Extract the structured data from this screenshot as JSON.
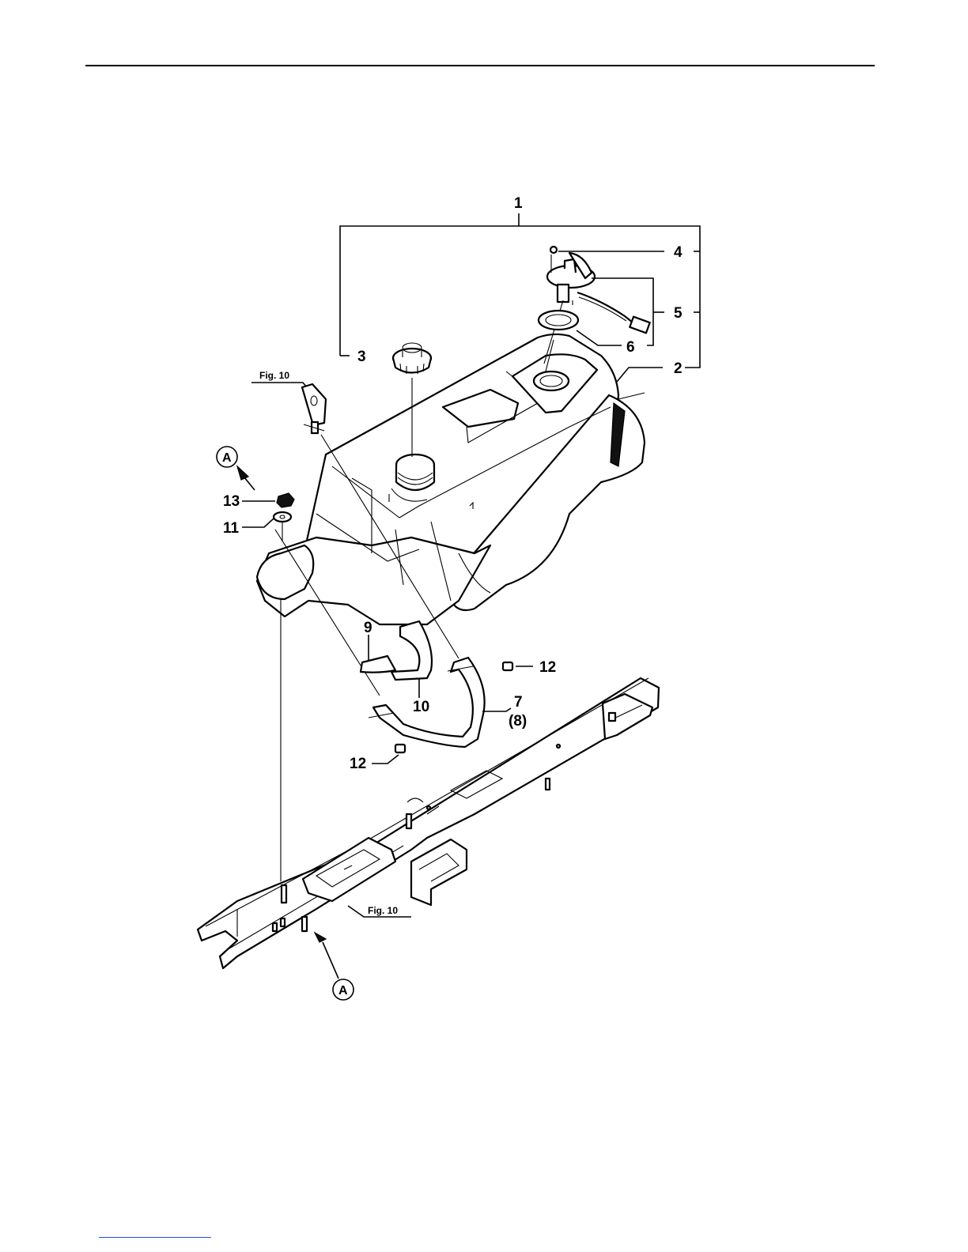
{
  "diagram": {
    "part_labels": {
      "p1": "1",
      "p2": "2",
      "p3": "3",
      "p4": "4",
      "p5": "5",
      "p6": "6",
      "p7": "7",
      "p8": "(8)",
      "p9": "9",
      "p10": "10",
      "p11": "11",
      "p12a": "12",
      "p12b": "12",
      "p13": "13"
    },
    "figure_refs": {
      "upper": "Fig. 10",
      "lower": "Fig. 10"
    },
    "view_markers": {
      "upper": "A",
      "lower": "A"
    }
  },
  "colors": {
    "line": "#000000",
    "link_underline": "#2a4fd0"
  }
}
